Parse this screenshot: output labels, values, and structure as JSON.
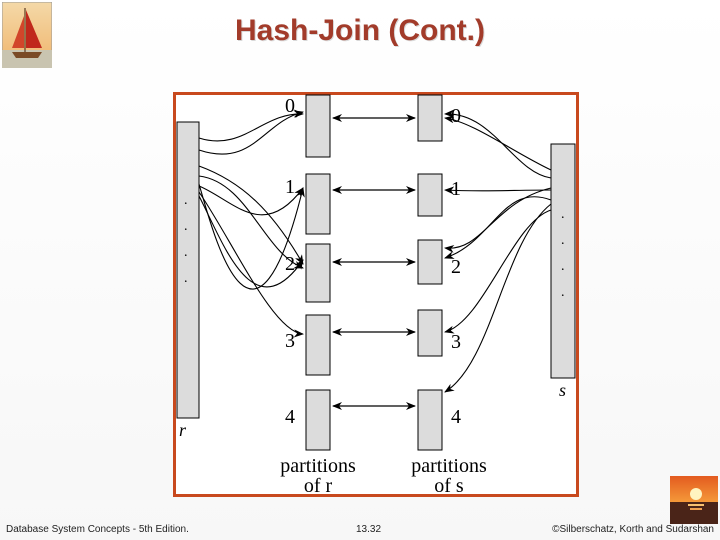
{
  "slide": {
    "title": "Hash-Join (Cont.)"
  },
  "diagram": {
    "relation_r": "r",
    "relation_s": "s",
    "partition_numbers": [
      "0",
      "1",
      "2",
      "3",
      "4"
    ],
    "caption_r_line1": "partitions",
    "caption_r_line2": "of r",
    "caption_s_line1": "partitions",
    "caption_s_line2": "of s",
    "frame_color": "#c8491e",
    "dots": "."
  },
  "footer": {
    "left": "Database System Concepts - 5th Edition.",
    "center": "13.32",
    "right": "©Silberschatz, Korth and Sudarshan"
  }
}
